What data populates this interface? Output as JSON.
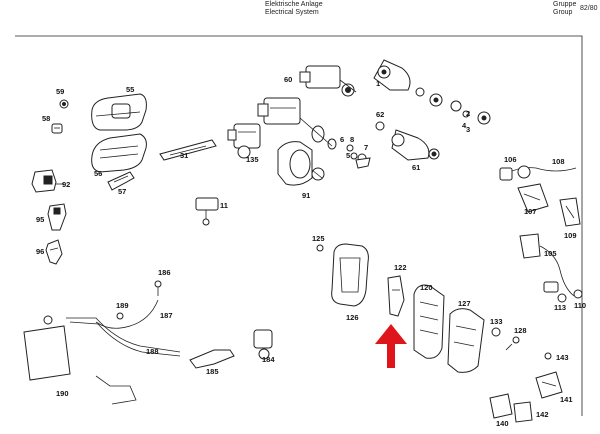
{
  "header": {
    "title_de": "Elektrische Anlage",
    "title_en": "Electrical System",
    "group_de": "Gruppe",
    "group_en": "Group",
    "group_number": "82/80"
  },
  "callouts": [
    "59",
    "58",
    "55",
    "56",
    "92",
    "57",
    "31",
    "95",
    "96",
    "60",
    "135",
    "11",
    "91",
    "1",
    "2",
    "4",
    "3",
    "62",
    "6",
    "8",
    "5",
    "7",
    "61",
    "106",
    "107",
    "108",
    "109",
    "105",
    "110",
    "113",
    "125",
    "122",
    "126",
    "120",
    "127",
    "186",
    "189",
    "187",
    "188",
    "190",
    "184",
    "185",
    "133",
    "128",
    "143",
    "141",
    "142",
    "140"
  ],
  "highlight": {
    "color": "#e0141b",
    "icon": "arrow-up-icon"
  }
}
